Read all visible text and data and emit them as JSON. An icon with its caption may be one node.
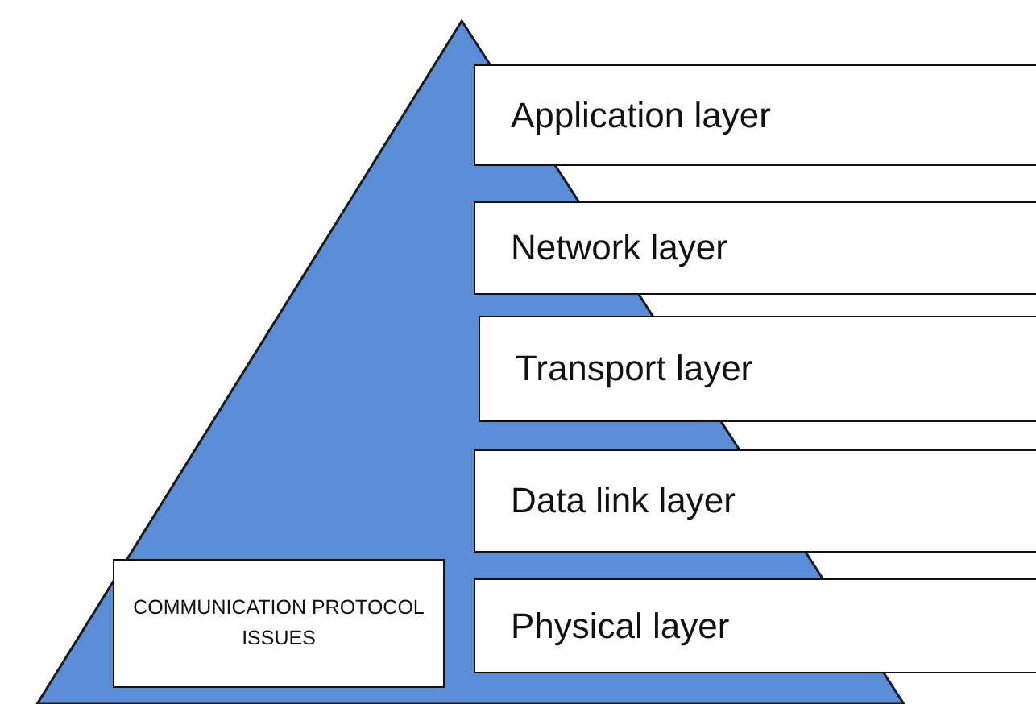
{
  "diagram": {
    "nodes": [
      {
        "text": [],
        "shape": "triangle"
      },
      {
        "text": [
          "Application layer"
        ]
      },
      {
        "text": [
          "Network layer"
        ]
      },
      {
        "text": [
          "Transport layer"
        ]
      },
      {
        "text": [
          "Data link layer"
        ]
      },
      {
        "text": [
          "COMMUNICATION PROTOCOL ISSUES"
        ],
        "in": 0
      },
      {
        "text": [
          "Physical layer"
        ]
      }
    ]
  }
}
